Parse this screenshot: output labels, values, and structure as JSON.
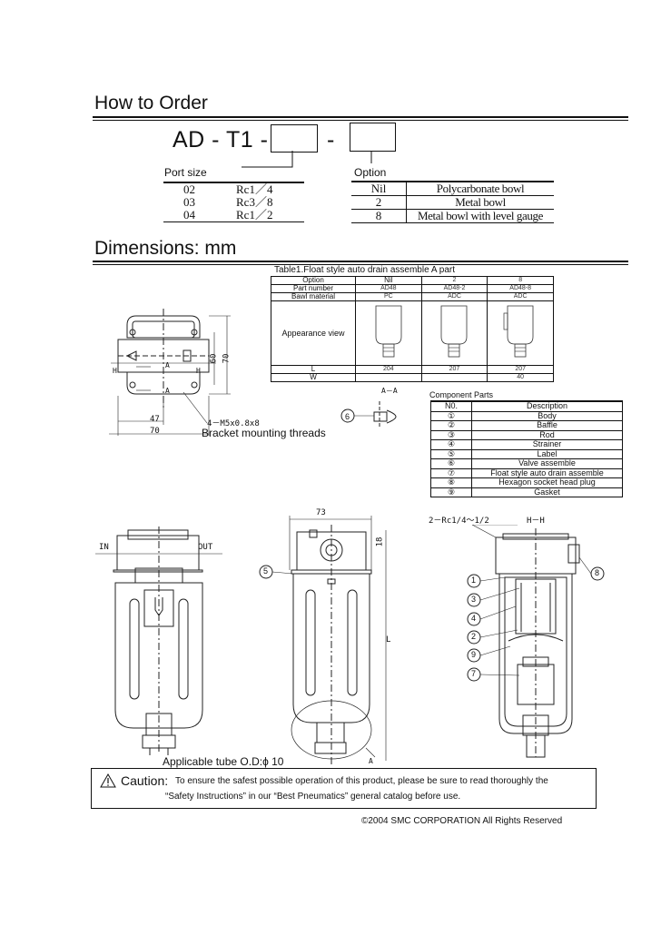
{
  "order": {
    "heading": "How to Order",
    "code_prefix": "AD - T1 -",
    "code_sep": "-",
    "port_size_label": "Port  size",
    "option_label": "Option",
    "port_sizes": [
      {
        "code": "02",
        "thread": "Rc1／4"
      },
      {
        "code": "03",
        "thread": "Rc3／8"
      },
      {
        "code": "04",
        "thread": "Rc1／2"
      }
    ],
    "options": [
      {
        "code": "Nil",
        "desc": "Polycarbonate bowl"
      },
      {
        "code": "2",
        "desc": "Metal bowl"
      },
      {
        "code": "8",
        "desc": "Metal bowl with level gauge"
      }
    ]
  },
  "dimensions": {
    "heading": "Dimensions: mm",
    "table1_title": "Table1.Float style auto drain assemble A part",
    "table1": {
      "option_label": "Option",
      "part_number_label": "Part number",
      "bowl_material_label": "Bawl material",
      "appearance_label": "Appearance view",
      "l_label": "L",
      "w_label": "W",
      "columns": [
        {
          "option": "Nil",
          "part": "AD48",
          "material": "PC",
          "l": "204",
          "w": ""
        },
        {
          "option": "2",
          "part": "AD48-2",
          "material": "ADC",
          "l": "207",
          "w": ""
        },
        {
          "option": "8",
          "part": "AD48-8",
          "material": "ADC",
          "l": "207",
          "w": "40"
        }
      ]
    },
    "component_parts_title": "Component Parts",
    "component_header": {
      "no": "N0.",
      "desc": "Description"
    },
    "components": [
      {
        "no": "①",
        "desc": "Body"
      },
      {
        "no": "②",
        "desc": "Baffle"
      },
      {
        "no": "③",
        "desc": "Rod"
      },
      {
        "no": "④",
        "desc": "Strainer"
      },
      {
        "no": "⑤",
        "desc": "Label"
      },
      {
        "no": "⑥",
        "desc": "Valve assemble"
      },
      {
        "no": "⑦",
        "desc": "Float style auto drain assemble"
      },
      {
        "no": "⑧",
        "desc": "Hexagon socket head plug"
      },
      {
        "no": "⑨",
        "desc": "Gasket"
      }
    ],
    "drawing_labels": {
      "dim_60": "60",
      "dim_70": "70",
      "dim_47": "47",
      "dim_70b": "70",
      "dim_73": "73",
      "dim_18": "18",
      "dim_L": "L",
      "h": "H",
      "a": "A",
      "aa": "A－A",
      "hh": "H－H",
      "threads": "4－M5x0.8x8",
      "bracket": "Bracket mounting threads",
      "in": "IN",
      "out": "OUT",
      "ports": "2－Rc1/4～1/2",
      "tube": "Applicable tube O.D:ϕ 10",
      "callouts": [
        "1",
        "2",
        "3",
        "4",
        "5",
        "6",
        "7",
        "8",
        "9"
      ]
    }
  },
  "caution": {
    "title": "Caution:",
    "line1": "To ensure the safest possible operation of this product, please be sure to read thoroughly the",
    "line2": "“Safety Instructions” in our “Best Pneumatics” general catalog before use."
  },
  "footer": {
    "copyright": "©2004 SMC CORPORATION All Rights Reserved"
  }
}
